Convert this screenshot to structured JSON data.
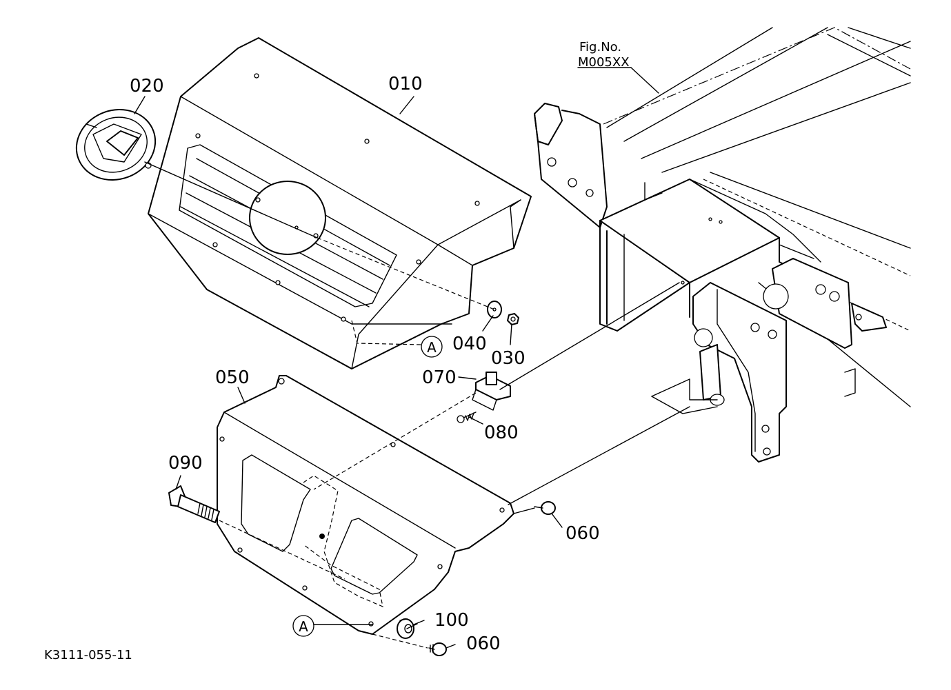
{
  "figure_ref": {
    "line1": "Fig.No.",
    "line2": "M005XX"
  },
  "drawing_code": "K3111-055-11",
  "parts": {
    "p010": "010",
    "p020": "020",
    "p030": "030",
    "p040": "040",
    "p050": "050",
    "p060a": "060",
    "p060b": "060",
    "p070": "070",
    "p080": "080",
    "p090": "090",
    "p100": "100"
  },
  "ref_mark": "A"
}
